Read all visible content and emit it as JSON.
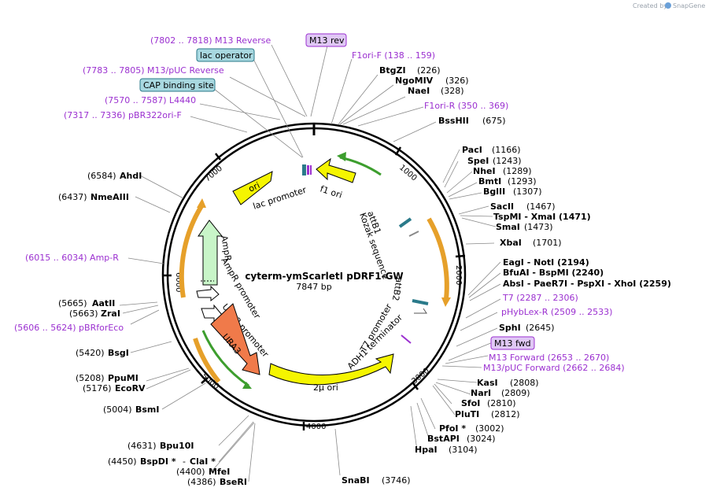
{
  "credit": {
    "text": "Created by",
    "brand": "SnapGene"
  },
  "plasmid": {
    "name": "cyterm-ymScarletI pDRF1-GW",
    "size": "7847 bp"
  },
  "ticks": [
    "1000",
    "2000",
    "3000",
    "4000",
    "5000",
    "6000",
    "7000"
  ],
  "features": [
    "ori",
    "f1 ori",
    "lac promoter",
    "AmpR",
    "AmpR promoter",
    "URA3 promoter",
    "URA3",
    "2μ ori",
    "attB1",
    "Kozak sequence",
    "attB2",
    "T7 promoter",
    "ADH1 terminator"
  ],
  "boxes": {
    "m13rev": "M13 rev",
    "lacop": "lac operator",
    "cap": "CAP binding site",
    "m13fwd": "M13 fwd"
  },
  "labels": {
    "m13revrange": "(7802 .. 7818)  M13 Reverse",
    "m13puc_rev": "(7783 .. 7805)  M13/pUC Reverse",
    "l4440": "(7570 .. 7587)  L4440",
    "pbr322": "(7317 .. 7336)  pBR322ori-F",
    "ahdi": "(6584)",
    "ahdi_n": "AhdI",
    "nmeaiii": "(6437)",
    "nmeaiii_n": "NmeAIII",
    "ampr": "(6015 .. 6034)  Amp-R",
    "aatii": "(5665)",
    "aatii_n": "AatII",
    "zrai": "(5663)",
    "zrai_n": "ZraI",
    "pbrforeco": "(5606 .. 5624)  pBRforEco",
    "bsgi": "(5420)",
    "bsgi_n": "BsgI",
    "ppumi": "(5208)",
    "ppumi_n": "PpuMI",
    "ecorv": "(5176)",
    "ecorv_n": "EcoRV",
    "bsmi": "(5004)",
    "bsmi_n": "BsmI",
    "bpu10i": "(4631)",
    "bpu10i_n": "Bpu10I",
    "bspdi": "(4450)",
    "bspdi_n": "BspDI *",
    "clai_n": "ClaI *",
    "mfei": "(4400)",
    "mfei_n": "MfeI",
    "bseri": "(4386)",
    "bseri_n": "BseRI",
    "snabi_n": "SnaBI",
    "snabi": "(3746)",
    "hpai_n": "HpaI",
    "hpai": "(3104)",
    "bstapi_n": "BstAPI",
    "bstapi": "(3024)",
    "pfoi_n": "PfoI *",
    "pfoi": "(3002)",
    "pluti_n": "PluTI",
    "pluti": "(2812)",
    "sfoi_n": "SfoI",
    "sfoi": "(2810)",
    "nari_n": "NarI",
    "nari": "(2809)",
    "kasi_n": "KasI",
    "kasi": "(2808)",
    "m13puc_fwd": "M13/pUC Forward    (2662 .. 2684)",
    "m13forward": "M13 Forward    (2653 .. 2670)",
    "sphi_n": "SphI",
    "sphi": "(2645)",
    "phyblex": "pHybLex-R    (2509 .. 2533)",
    "t7": "T7    (2287 .. 2306)",
    "absi": "AbsI   - PaeR7I   - PspXI   - XhoI    (2259)",
    "bfuai": "BfuAI  - BspMI    (2240)",
    "eagi": "EagI   - NotI    (2194)",
    "xbai_n": "XbaI",
    "xbai": "(1701)",
    "smai_n": "SmaI",
    "smai": "(1473)",
    "tspmi": "TspMI   - XmaI    (1471)",
    "sacii_n": "SacII",
    "sacii": "(1467)",
    "bglii_n": "BglII",
    "bglii": "(1307)",
    "bmti_n": "BmtI",
    "bmti": "(1293)",
    "nhei_n": "NheI",
    "nhei": "(1289)",
    "spei_n": "SpeI",
    "spei": "(1243)",
    "paci_n": "PacI",
    "paci": "(1166)",
    "bsshii_n": "BssHII",
    "bsshii": "(675)",
    "f1orir": "F1ori-R    (350 .. 369)",
    "naei_n": "NaeI",
    "naei": "(328)",
    "ngomiv_n": "NgoMIV",
    "ngomiv": "(326)",
    "btgzi_n": "BtgZI",
    "btgzi": "(226)",
    "f1orif": "F1ori-F    (138 .. 159)"
  }
}
